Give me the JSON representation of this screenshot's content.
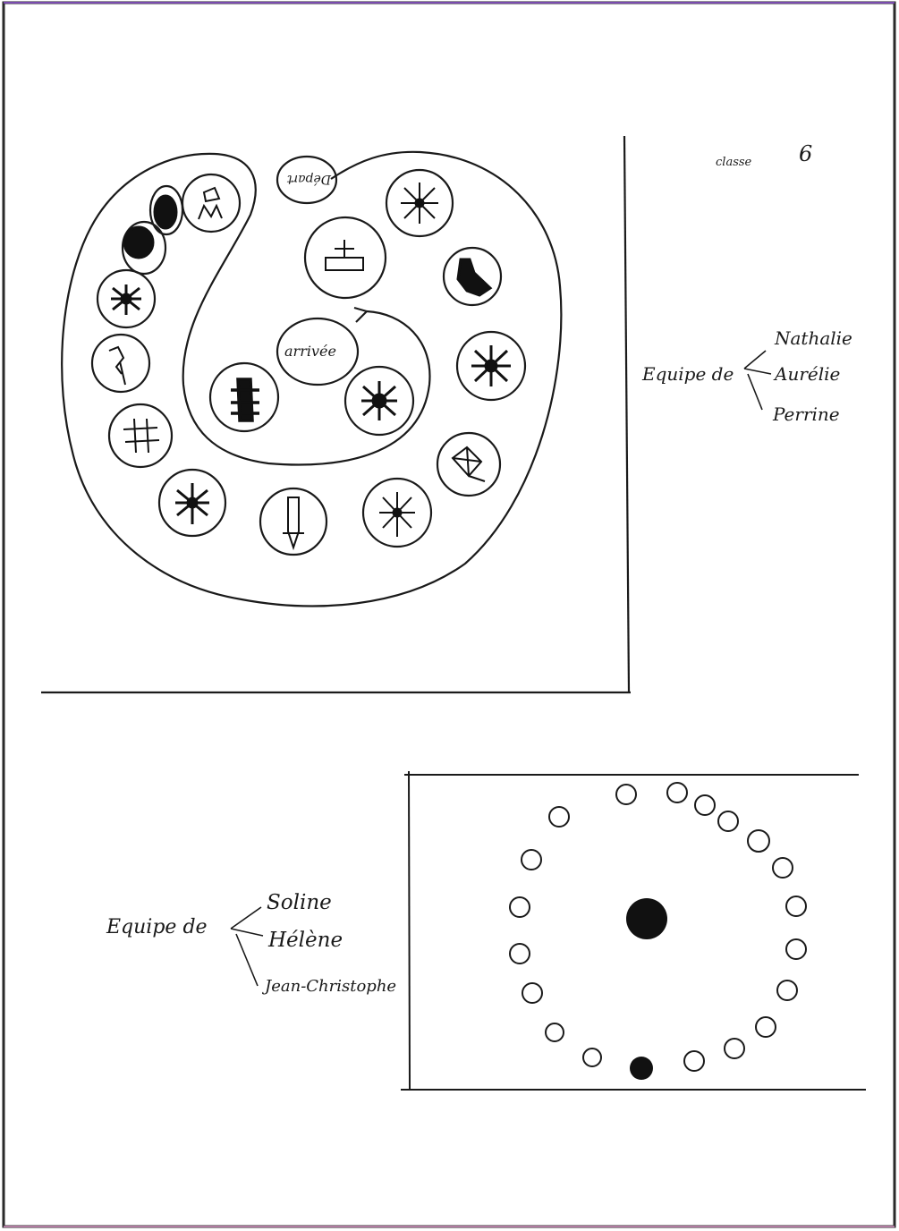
{
  "header": {
    "class_label": "classe",
    "class_number": "6"
  },
  "board1": {
    "start_label": "Départ",
    "finish_label": "arrivée",
    "team": {
      "label": "Equipe de",
      "members": [
        "Nathalie",
        "Aurélie",
        "Perrine"
      ]
    }
  },
  "board2": {
    "team": {
      "label": "Equipe de",
      "members": [
        "Soline",
        "Hélène",
        "Jean-Christophe"
      ]
    }
  },
  "colors": {
    "ink": "#1a1a1a",
    "paper": "#ffffff",
    "border_top": "#7a4bb0",
    "border_bottom": "#c08060"
  }
}
